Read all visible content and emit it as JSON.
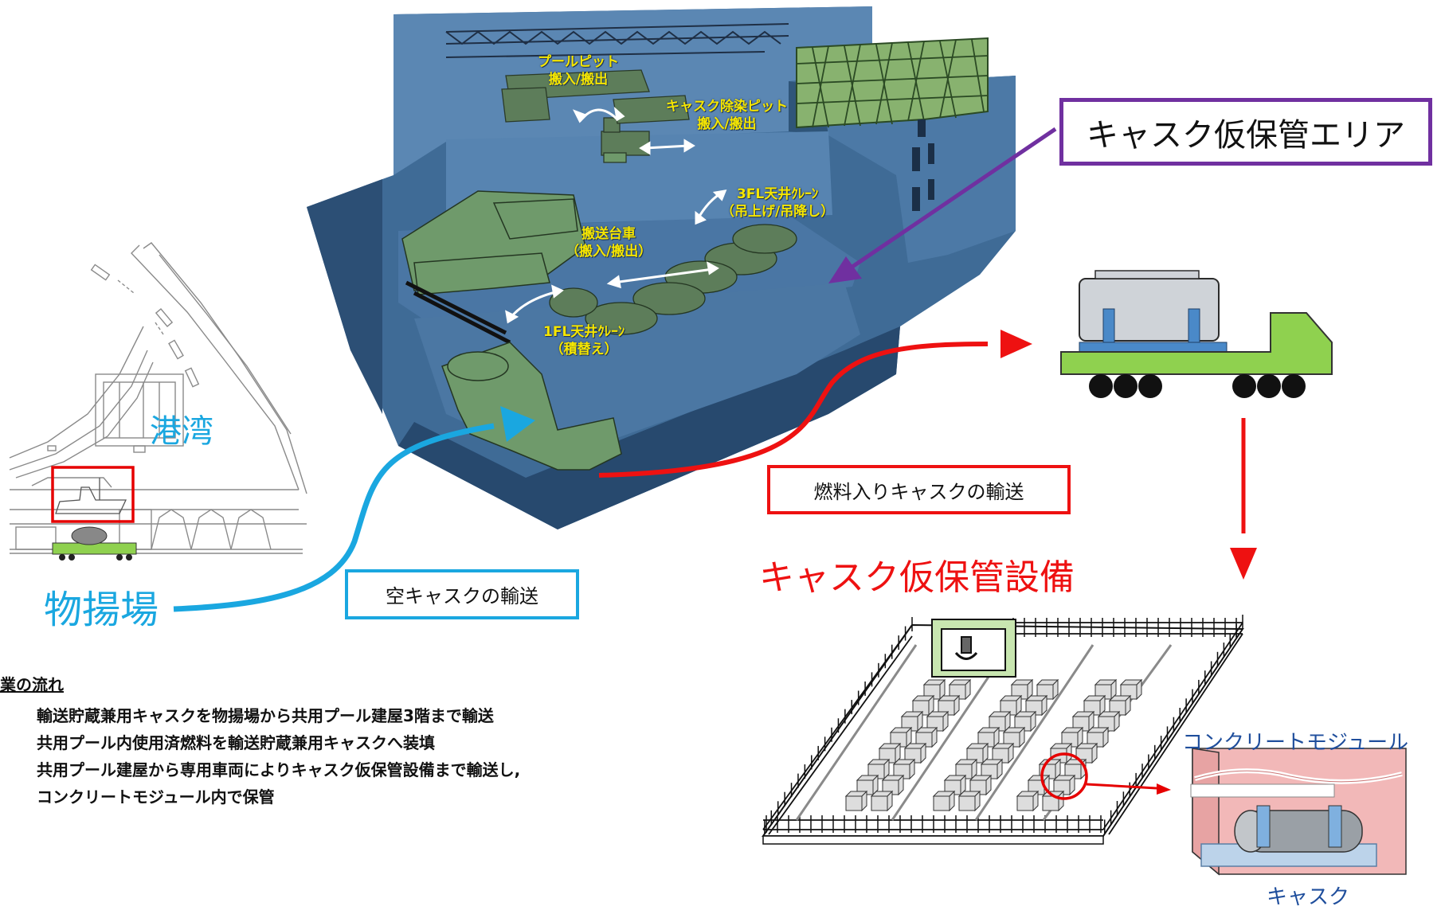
{
  "port_map": {
    "harbor_label": "港湾",
    "unloading_area_label": "物揚場"
  },
  "building": {
    "labels": {
      "pool_pit": [
        "プールピット",
        "搬入/搬出"
      ],
      "cask_decon_pit": [
        "キャスク除染ピット",
        "搬入/搬出"
      ],
      "crane_3fl": [
        "3FL天井ｸﾚｰﾝ",
        "（吊上げ/吊降し）"
      ],
      "transport_cart": [
        "搬送台車",
        "（搬入/搬出）"
      ],
      "crane_1fl": [
        "1FL天井ｸﾚｰﾝ",
        "（積替え）"
      ]
    }
  },
  "callouts": {
    "temp_storage_area": "キャスク仮保管エリア",
    "loaded_transport": "燃料入りキャスクの輸送",
    "empty_transport": "空キャスクの輸送",
    "facility_title": "キャスク仮保管設備"
  },
  "module_detail": {
    "module_label": "コンクリートモジュール",
    "cask_label": "キャスク"
  },
  "workflow": {
    "title": "業の流れ",
    "steps": [
      "輸送貯蔵兼用キャスクを物揚場から共用プール建屋3階まで輸送",
      "共用プール内使用済燃料を輸送貯蔵兼用キャスクへ装填",
      "共用プール建屋から専用車両によりキャスク仮保管設備まで輸送し,",
      "コンクリートモジュール内で保管"
    ]
  },
  "colors": {
    "empty_flow": "#1aa7e0",
    "loaded_flow": "#ee1111",
    "storage_area_border": "#7030a0",
    "building_blue": "#3f6b96",
    "equipment_green": "#5d7d5a",
    "building_label": "#f5e600",
    "vehicle_green": "#8fd14f",
    "cask_gray": "#cfd3d8",
    "module_pink": "#f2b8b8",
    "module_label_blue": "#1f4e9c"
  },
  "icons": [
    "port-map-icon",
    "building-cutaway-icon",
    "transport-vehicle-icon",
    "storage-facility-icon",
    "concrete-module-icon"
  ]
}
